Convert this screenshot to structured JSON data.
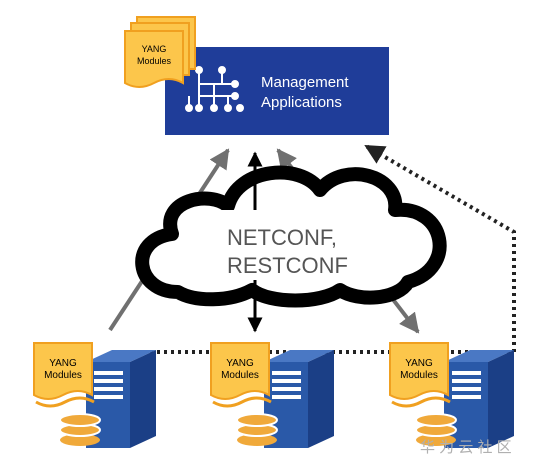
{
  "management": {
    "title_line1": "Management",
    "title_line2": "Applications",
    "yang_line1": "YANG",
    "yang_line2": "Modules"
  },
  "protocol": {
    "line1": "NETCONF,",
    "line2": "RESTCONF"
  },
  "devices": [
    {
      "yang_line1": "YANG",
      "yang_line2": "Modules"
    },
    {
      "yang_line1": "YANG",
      "yang_line2": "Modules"
    },
    {
      "yang_line1": "YANG",
      "yang_line2": "Modules"
    }
  ],
  "watermark": "华 为 云 社 区",
  "colors": {
    "mgmt_box": "#1f3d99",
    "yang_fill": "#fcc64b",
    "yang_stroke": "#f0a020",
    "server_blue": "#2a59a8",
    "db_orange": "#f0a93a",
    "arrow_gray": "#707070",
    "cloud_outline": "#000000"
  },
  "icons": [
    "topology-icon",
    "server-icon",
    "database-icon",
    "document-stack-icon",
    "cloud-icon"
  ]
}
